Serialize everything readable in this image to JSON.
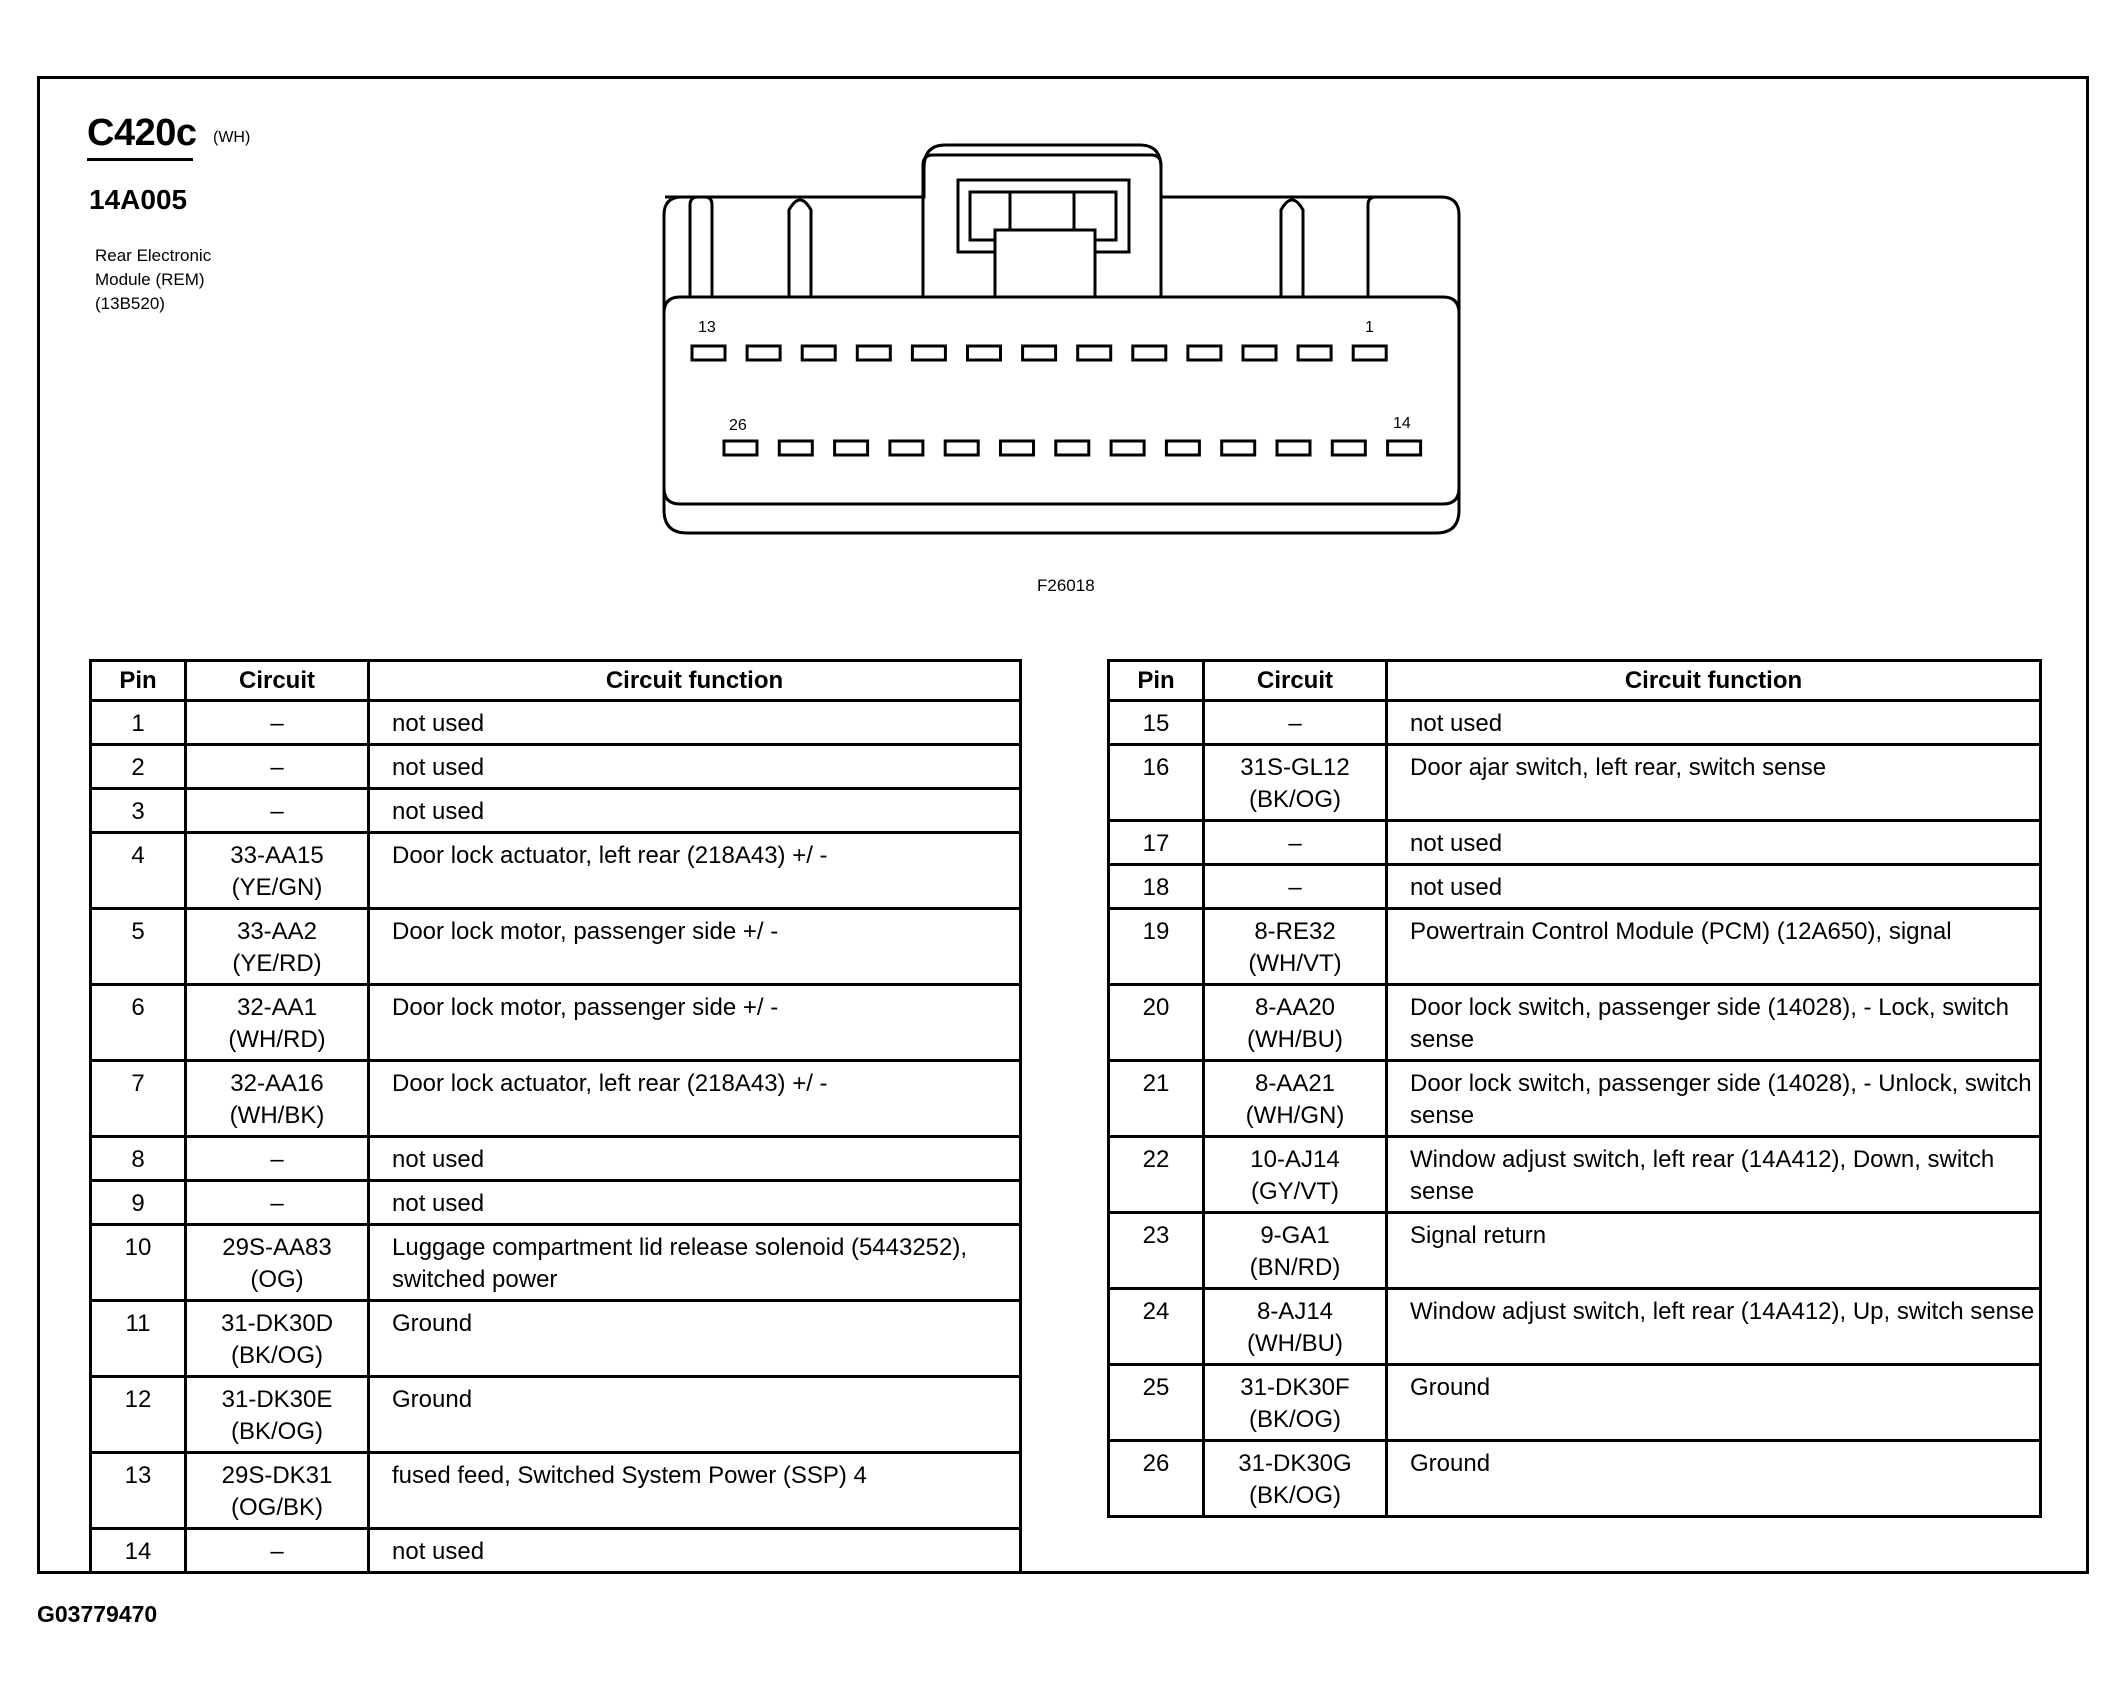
{
  "header": {
    "connector_id": "C420c",
    "connector_color": "(WH)",
    "part_number": "14A005",
    "module_lines": [
      "Rear Electronic",
      "Module (REM)",
      "(13B520)"
    ]
  },
  "diagram": {
    "figure_id": "F26018",
    "pin_labels": {
      "top_left": "13",
      "top_right": "1",
      "bottom_left": "26",
      "bottom_right": "14"
    }
  },
  "footer": {
    "graphic_id": "G03779470"
  },
  "table_headers": {
    "pin": "Pin",
    "circuit": "Circuit",
    "function": "Circuit function"
  },
  "tables": {
    "left": [
      {
        "pin": "1",
        "circuit": "–",
        "color": "",
        "function": "not used"
      },
      {
        "pin": "2",
        "circuit": "–",
        "color": "",
        "function": "not used"
      },
      {
        "pin": "3",
        "circuit": "–",
        "color": "",
        "function": "not used"
      },
      {
        "pin": "4",
        "circuit": "33-AA15",
        "color": "(YE/GN)",
        "function": "Door lock actuator, left rear (218A43) +/ -"
      },
      {
        "pin": "5",
        "circuit": "33-AA2",
        "color": "(YE/RD)",
        "function": "Door lock motor, passenger side +/ -"
      },
      {
        "pin": "6",
        "circuit": "32-AA1",
        "color": "(WH/RD)",
        "function": "Door lock motor, passenger side +/ -"
      },
      {
        "pin": "7",
        "circuit": "32-AA16",
        "color": "(WH/BK)",
        "function": "Door lock actuator, left rear (218A43) +/ -"
      },
      {
        "pin": "8",
        "circuit": "–",
        "color": "",
        "function": "not used"
      },
      {
        "pin": "9",
        "circuit": "–",
        "color": "",
        "function": "not used"
      },
      {
        "pin": "10",
        "circuit": "29S-AA83",
        "color": "(OG)",
        "function": "Luggage compartment lid release solenoid (5443252), switched power"
      },
      {
        "pin": "11",
        "circuit": "31-DK30D",
        "color": "(BK/OG)",
        "function": "Ground"
      },
      {
        "pin": "12",
        "circuit": "31-DK30E",
        "color": "(BK/OG)",
        "function": "Ground"
      },
      {
        "pin": "13",
        "circuit": "29S-DK31",
        "color": "(OG/BK)",
        "function": "fused feed, Switched System Power (SSP) 4"
      },
      {
        "pin": "14",
        "circuit": "–",
        "color": "",
        "function": "not used"
      }
    ],
    "right": [
      {
        "pin": "15",
        "circuit": "–",
        "color": "",
        "function": "not used"
      },
      {
        "pin": "16",
        "circuit": "31S-GL12",
        "color": "(BK/OG)",
        "function": "Door ajar switch, left rear, switch sense"
      },
      {
        "pin": "17",
        "circuit": "–",
        "color": "",
        "function": "not used"
      },
      {
        "pin": "18",
        "circuit": "–",
        "color": "",
        "function": "not used"
      },
      {
        "pin": "19",
        "circuit": "8-RE32",
        "color": "(WH/VT)",
        "function": "Powertrain Control Module (PCM) (12A650), signal"
      },
      {
        "pin": "20",
        "circuit": "8-AA20",
        "color": "(WH/BU)",
        "function": "Door lock switch, passenger side (14028), - Lock, switch sense"
      },
      {
        "pin": "21",
        "circuit": "8-AA21",
        "color": "(WH/GN)",
        "function": "Door lock switch, passenger side (14028), - Unlock, switch sense"
      },
      {
        "pin": "22",
        "circuit": "10-AJ14",
        "color": "(GY/VT)",
        "function": "Window adjust switch, left rear (14A412), Down, switch sense"
      },
      {
        "pin": "23",
        "circuit": "9-GA1",
        "color": "(BN/RD)",
        "function": "Signal return"
      },
      {
        "pin": "24",
        "circuit": "8-AJ14",
        "color": "(WH/BU)",
        "function": "Window adjust switch, left rear (14A412), Up, switch sense"
      },
      {
        "pin": "25",
        "circuit": "31-DK30F",
        "color": "(BK/OG)",
        "function": "Ground"
      },
      {
        "pin": "26",
        "circuit": "31-DK30G",
        "color": "(BK/OG)",
        "function": "Ground"
      }
    ]
  }
}
